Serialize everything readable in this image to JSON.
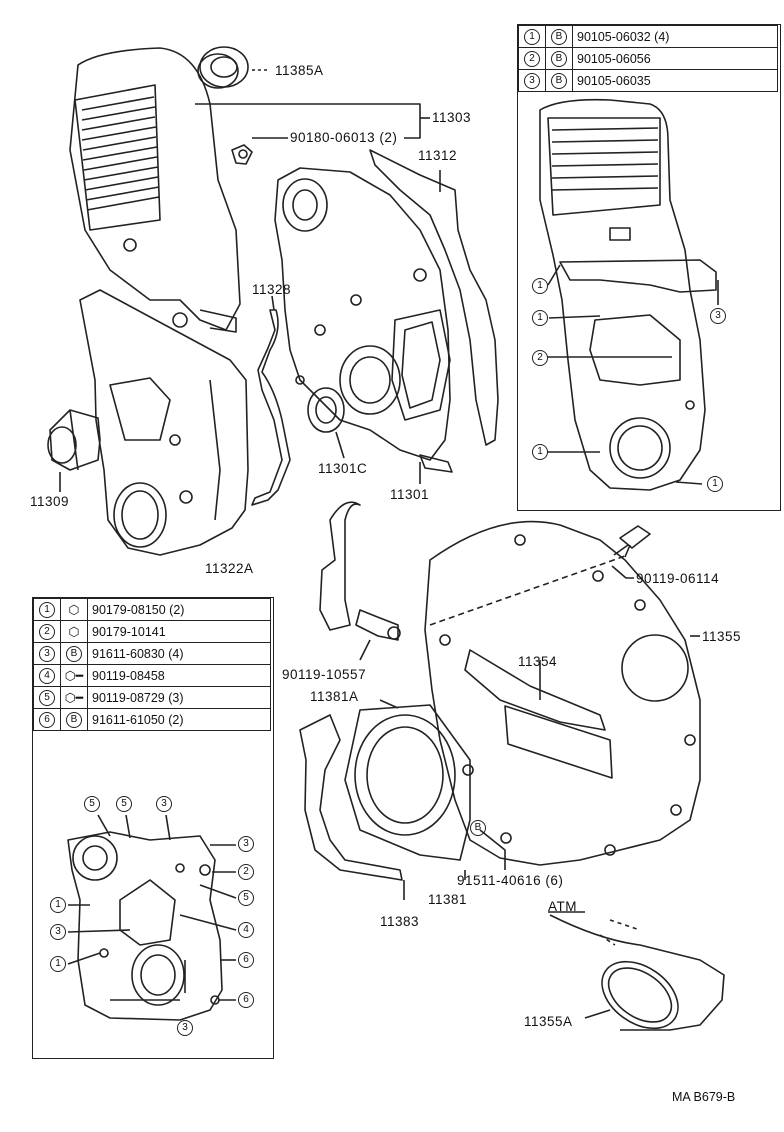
{
  "top_right_table": {
    "rows": [
      {
        "num": "1",
        "sym": "B",
        "part": "90105-06032 (4)"
      },
      {
        "num": "2",
        "sym": "B",
        "part": "90105-06056"
      },
      {
        "num": "3",
        "sym": "B",
        "part": "90105-06035"
      }
    ]
  },
  "bottom_left_table": {
    "rows": [
      {
        "num": "1",
        "sym": "nut-icon",
        "part": "90179-08150 (2)"
      },
      {
        "num": "2",
        "sym": "nut-icon",
        "part": "90179-10141"
      },
      {
        "num": "3",
        "sym": "B",
        "part": "91611-60830 (4)"
      },
      {
        "num": "4",
        "sym": "bolt-icon",
        "part": "90119-08458"
      },
      {
        "num": "5",
        "sym": "bolt-icon",
        "part": "90119-08729 (3)"
      },
      {
        "num": "6",
        "sym": "B",
        "part": "91611-61050 (2)"
      }
    ]
  },
  "callouts": {
    "p11385A": "11385A",
    "p11303": "11303",
    "p90180": "90180-06013 (2)",
    "p11312": "11312",
    "p11328": "11328",
    "p11309": "11309",
    "p11301C": "11301C",
    "p11301": "11301",
    "p11322A": "11322A",
    "p90119_06114": "90119-06114",
    "p11355": "11355",
    "p11354": "11354",
    "p90119_10557": "90119-10557",
    "p11381A": "11381A",
    "p91511": "91511-40616 (6)",
    "p11381": "11381",
    "p11383": "11383",
    "atm": "ATM",
    "p11355A": "11355A",
    "b_marker": "B"
  },
  "inset_top_markers": [
    "1",
    "1",
    "2",
    "1",
    "3",
    "1"
  ],
  "inset_bottom_markers": [
    "5",
    "5",
    "3",
    "3",
    "2",
    "3",
    "5",
    "1",
    "3",
    "1",
    "4",
    "6",
    "6",
    "3"
  ],
  "footer": {
    "code": "MA B679-B"
  }
}
